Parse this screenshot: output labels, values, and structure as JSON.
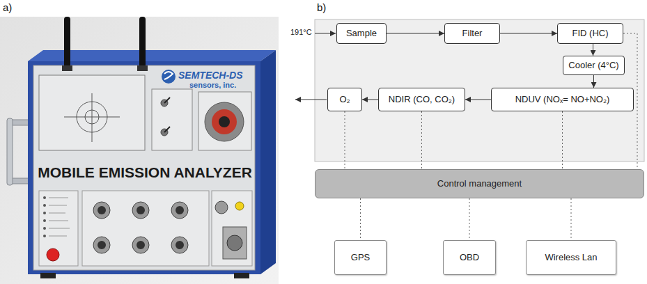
{
  "diagram": {
    "nodes": [
      {
        "text": [
          "Sample"
        ]
      },
      {
        "text": [
          "Filter"
        ]
      },
      {
        "text": [
          "FID (HC)"
        ]
      },
      {
        "text": [
          "Cooler (4°C)"
        ]
      },
      {
        "text": [
          "NDUV (NOₓ= NO+NO₂)"
        ]
      },
      {
        "text": [
          "NDIR (CO, CO₂)"
        ]
      },
      {
        "text": [
          "O₂"
        ]
      },
      {
        "text": [
          "Control management"
        ]
      },
      {
        "text": [
          "GPS"
        ]
      },
      {
        "text": [
          "OBD"
        ]
      },
      {
        "text": [
          "Wireless Lan"
        ]
      }
    ],
    "edges": [
      {
        "from": 0,
        "to": 1,
        "arrow": "to"
      },
      {
        "from": 1,
        "to": 2,
        "arrow": "to"
      },
      {
        "from": 2,
        "to": 3,
        "arrow": "to"
      },
      {
        "from": 3,
        "to": 4,
        "arrow": "to"
      },
      {
        "from": 4,
        "to": 5,
        "arrow": "to"
      },
      {
        "from": 5,
        "to": 6,
        "arrow": "to"
      },
      {
        "from": 2,
        "to": 7,
        "arrow": "none"
      },
      {
        "from": 4,
        "to": 7,
        "arrow": "none"
      },
      {
        "from": 5,
        "to": 7,
        "arrow": "none"
      },
      {
        "from": 6,
        "to": 7,
        "arrow": "none"
      },
      {
        "from": 7,
        "to": 8,
        "arrow": "none"
      },
      {
        "from": 7,
        "to": 9,
        "arrow": "none"
      },
      {
        "from": 7,
        "to": 10,
        "arrow": "none"
      }
    ],
    "labels": [
      "a)",
      "b)",
      "SEMTECH-DS",
      "sensors, inc.",
      "MOBILE EMISSION ANALYZER",
      "191°C"
    ]
  }
}
